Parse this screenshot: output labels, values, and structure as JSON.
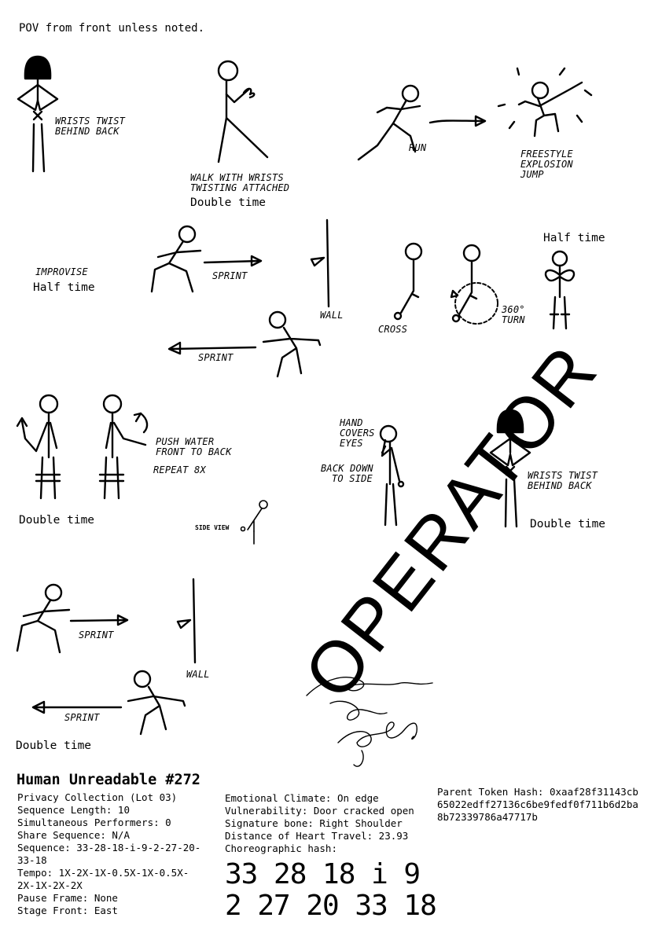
{
  "top_note": "POV from front unless noted.",
  "labels": {
    "wrists_twist_1": [
      "WRISTS TWIST",
      "BEHIND BACK"
    ],
    "walk": [
      "WALK WITH WRISTS",
      "TWISTING ATTACHED"
    ],
    "run": "RUN",
    "freestyle": [
      "FREESTYLE",
      "EXPLOSION",
      "JUMP"
    ],
    "improvise": "IMPROVISE",
    "sprint_1": "SPRINT",
    "wall_1": "WALL",
    "cross": "CROSS",
    "turn": [
      "360°",
      "TURN"
    ],
    "sprint_2": "SPRINT",
    "push_water": [
      "PUSH WATER",
      "FRONT TO BACK"
    ],
    "repeat": "REPEAT 8X",
    "hand_covers": [
      "HAND",
      "COVERS",
      "EYES"
    ],
    "back_down": [
      "BACK DOWN",
      "TO SIDE"
    ],
    "wrists_twist_2": [
      "WRISTS TWIST",
      "BEHIND BACK"
    ],
    "side_view": "SIDE VIEW",
    "sprint_3": "SPRINT",
    "wall_2": "WALL",
    "sprint_4": "SPRINT"
  },
  "tempos": {
    "walk": "Double time",
    "half_left": "Half time",
    "half_right": "Half time",
    "row3_left": "Double time",
    "row3_right": "Double time",
    "row4": "Double time"
  },
  "stamp_text": "OPERATOR",
  "title": "Human Unreadable #272",
  "left_meta": [
    "Privacy Collection (Lot 03)",
    "Sequence Length: 10",
    "Simultaneous Performers: 0",
    "Share Sequence: N/A",
    "Sequence: 33-28-18-i-9-2-27-20-",
    "33-18",
    "Tempo: 1X-2X-1X-0.5X-1X-0.5X-",
    "2X-1X-2X-2X",
    "Pause Frame: None",
    "Stage Front: East"
  ],
  "mid_meta": [
    "Emotional Climate: On edge",
    "Vulnerability: Door cracked open",
    "Signature bone: Right Shoulder",
    "Distance of Heart Travel: 23.93",
    "Choreographic hash:"
  ],
  "hash_line_1": "33 28 18 i 9",
  "hash_line_2": "2 27 20 33 18",
  "parent_hash": [
    "Parent Token Hash: 0xaaf28f31143cb",
    "65022edff27136c6be9fedf0f711b6d2ba",
    "8b72339786a47717b"
  ]
}
